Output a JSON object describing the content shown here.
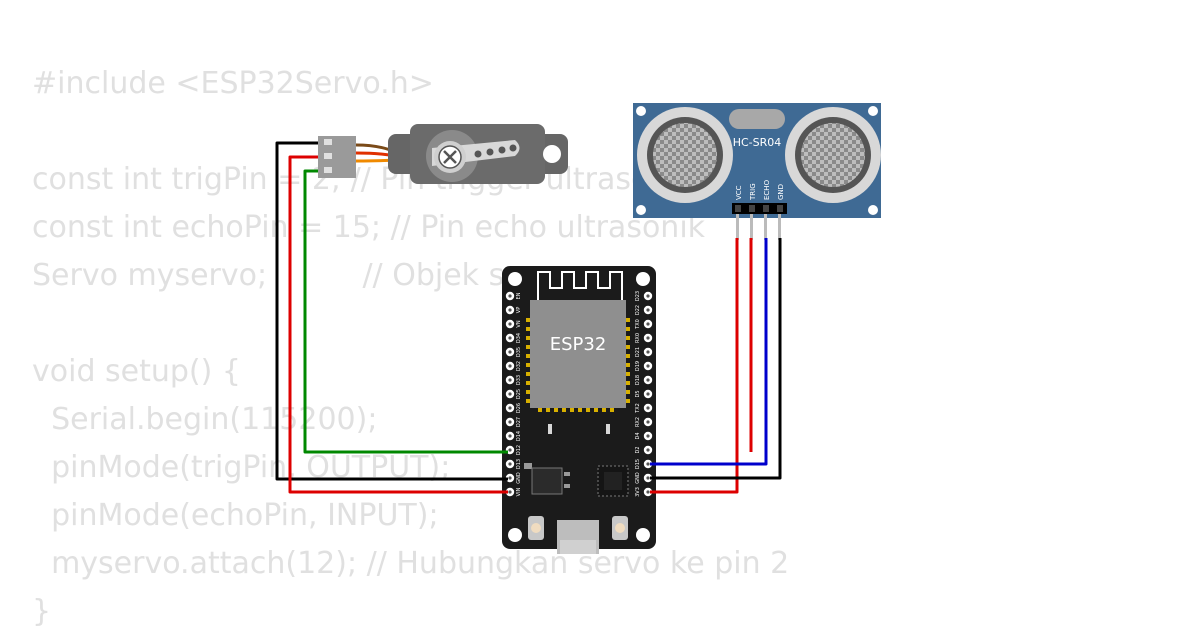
{
  "code": {
    "lines": [
      "#include <ESP32Servo.h>",
      "",
      "const int trigPin = 2; // Pin trigger ultrasonik",
      "const int echoPin = 15; // Pin echo ultrasonik",
      "Servo myservo;          // Objek servo",
      "",
      "void setup() {",
      "  Serial.begin(115200);",
      "  pinMode(trigPin, OUTPUT);",
      "  pinMode(echoPin, INPUT);",
      "  myservo.attach(12); // Hubungkan servo ke pin 2",
      "}"
    ]
  },
  "esp32": {
    "chip_label": "ESP32",
    "left_pins": [
      "EN",
      "VP",
      "VN",
      "D34",
      "D35",
      "D32",
      "D33",
      "D25",
      "D26",
      "D27",
      "D14",
      "D12",
      "D13",
      "GND",
      "VIN"
    ],
    "right_pins": [
      "D23",
      "D22",
      "TX0",
      "RX0",
      "D21",
      "D19",
      "D18",
      "D5",
      "TX2",
      "RX2",
      "D4",
      "D2",
      "D15",
      "GND",
      "3V3"
    ]
  },
  "sensor": {
    "label": "HC-SR04",
    "pins": [
      "VCC",
      "TRIG",
      "ECHO",
      "GND"
    ]
  },
  "colors": {
    "board": "#1b1b1b",
    "sensor": "#3f6a94",
    "wire_red": "#dd0000",
    "wire_black": "#000000",
    "wire_green": "#008800",
    "wire_blue": "#0000cc",
    "servo_body": "#666666",
    "code_text": "#e0e0e0"
  }
}
